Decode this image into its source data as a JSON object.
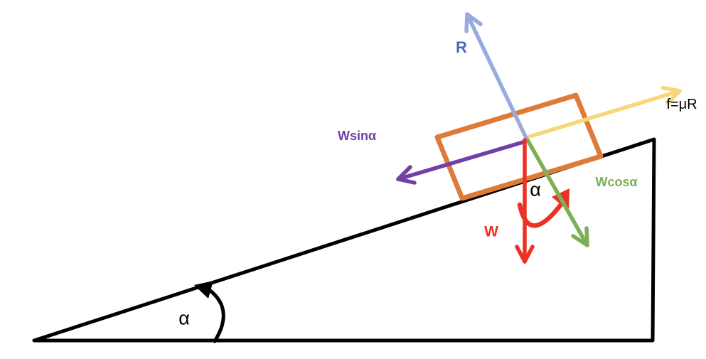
{
  "diagram": {
    "labels": {
      "normal": "R",
      "friction": "f=μR",
      "weight": "W",
      "weight_parallel": "Wsinα",
      "weight_perpendicular": "Wcosα",
      "incline_angle": "α",
      "weight_angle": "α"
    },
    "colors": {
      "background": "#ffffff",
      "incline": "#000000",
      "block": "#df7b39",
      "normal_arrow": "#98abdf",
      "normal_label": "#4a69b4",
      "friction_arrow": "#f7d77b",
      "friction_label": "#000000",
      "weight": "#ed3124",
      "weight_parallel": "#7040a5",
      "weight_perpendicular": "#7cb055",
      "angle_text": "#000000"
    }
  }
}
